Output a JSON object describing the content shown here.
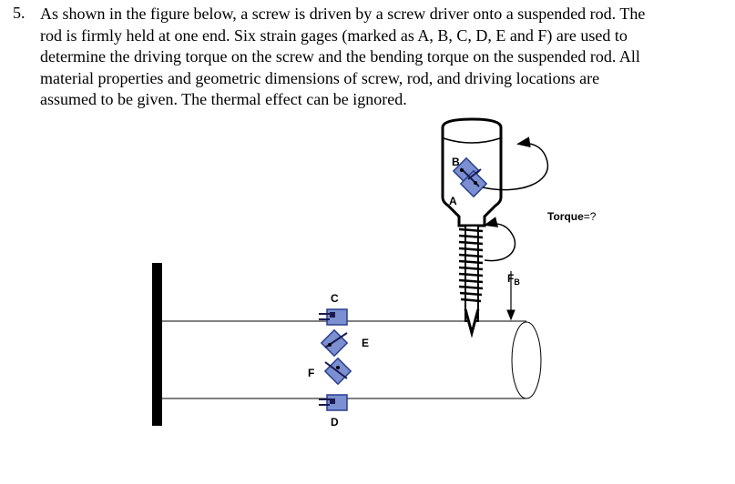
{
  "problem": {
    "number": "5.",
    "lines": [
      "As shown in the figure below, a screw is driven by a screw driver onto a suspended rod. The",
      "rod is firmly held at one end. Six strain gages (marked as A, B, C, D, E and F) are used to",
      "determine the driving torque on the screw and the bending torque on the suspended rod.  All",
      "material properties and geometric dimensions of screw, rod, and driving locations are",
      "assumed to be given.  The thermal effect can be ignored."
    ]
  },
  "figure": {
    "gage_labels": {
      "a": "A",
      "b": "B",
      "c": "C",
      "d": "D",
      "e": "E",
      "f": "F"
    },
    "torque_label": "Torque",
    "torque_suffix": "=?",
    "force_label": "F",
    "force_subscript": "B",
    "colors": {
      "gage_fill": "#7b8fd1",
      "gage_dark": "#2a3f8f",
      "ink": "#000000"
    }
  }
}
